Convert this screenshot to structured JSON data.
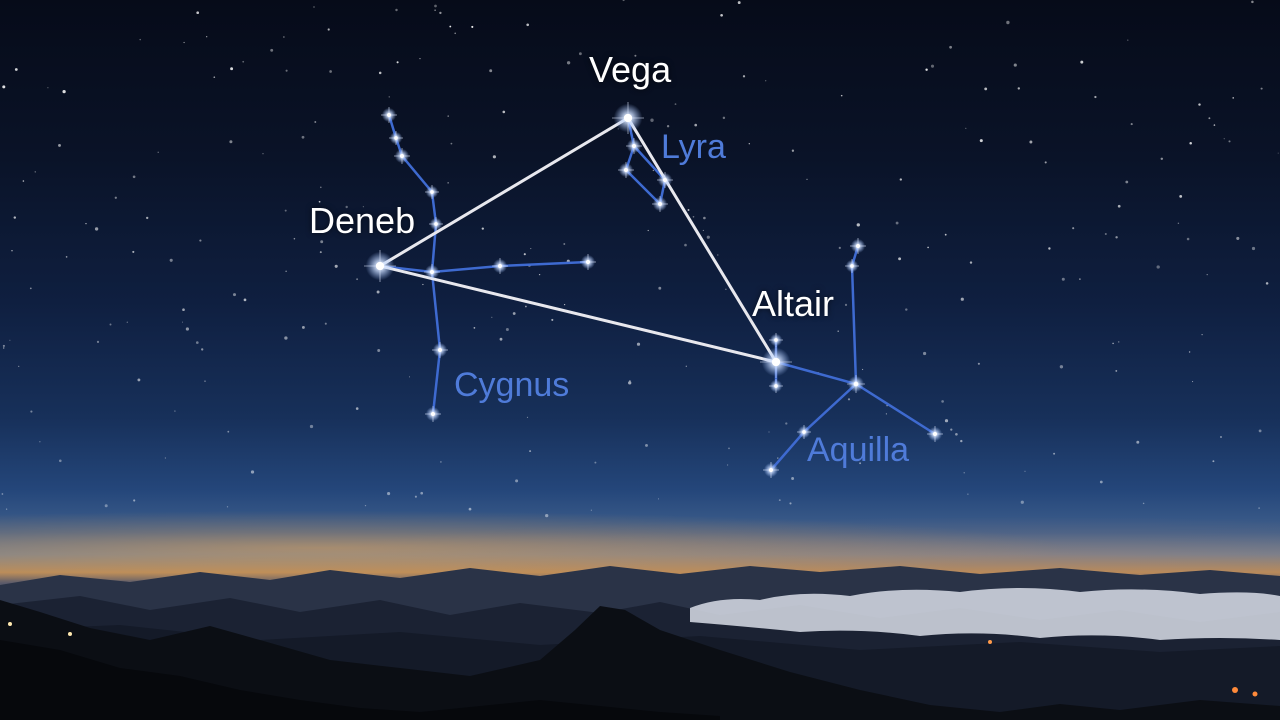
{
  "stars": [
    {
      "name": "Vega",
      "color": "#ffffff"
    },
    {
      "name": "Deneb",
      "color": "#ffffff"
    },
    {
      "name": "Altair",
      "color": "#ffffff"
    }
  ],
  "constellations": [
    {
      "name": "Lyra",
      "color": "#4f7bd9"
    },
    {
      "name": "Cygnus",
      "color": "#4f7bd9"
    },
    {
      "name": "Aquilla",
      "color": "#4f7bd9"
    }
  ],
  "colors": {
    "triangle_line": "#e8e8ee",
    "constellation_line": "#3e6ad0",
    "label_blue": "#4f7bd9",
    "star_label": "#ffffff"
  }
}
